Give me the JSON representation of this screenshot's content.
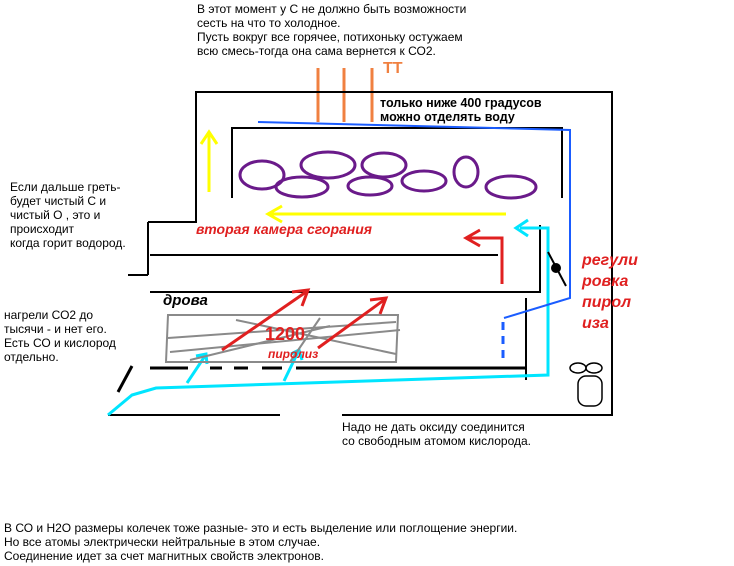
{
  "notes": {
    "top": "В этот момент у С не должно быть возможности\nсесть на что то холодное.\nПусть вокруг все горячее, потихоньку остужаем\nвсю смесь-тогда она сама вернется к СО2.",
    "tt": "ТТ",
    "water": "только ниже 400 градусов\nможно отделять воду",
    "left_top": "Если дальше греть-\nбудет чистый С и\nчистый О , это и\nпроисходит\nкогда горит водород.",
    "left_bottom": "нагрели СО2 до\nтысячи - и нет его.\nЕсть СО и кислород\nотдельно.",
    "second_chamber": "вторая камера сгорания",
    "regulation": "регули\nровка\nпирол\nиза",
    "firewood": "дрова",
    "temp": "1200",
    "pyrolysis": "пиролиз",
    "oxide": "Надо не дать оксиду соединится\nсо свободным атомом кислорода.",
    "bottom": "В СО и Н2О размеры колечек тоже разные- это и есть выделение или поглощение энергии.\nНо все атомы электрически нейтральные в этом случае.\nСоединение идет за счет магнитных свойств электронов."
  },
  "colors": {
    "outline": "#000000",
    "cyan": "#00e5ff",
    "blue": "#1a5cff",
    "yellow": "#ffff00",
    "red": "#e02020",
    "orange": "#f08040",
    "purple": "#6a1a8a",
    "gray": "#8a8a8a"
  }
}
